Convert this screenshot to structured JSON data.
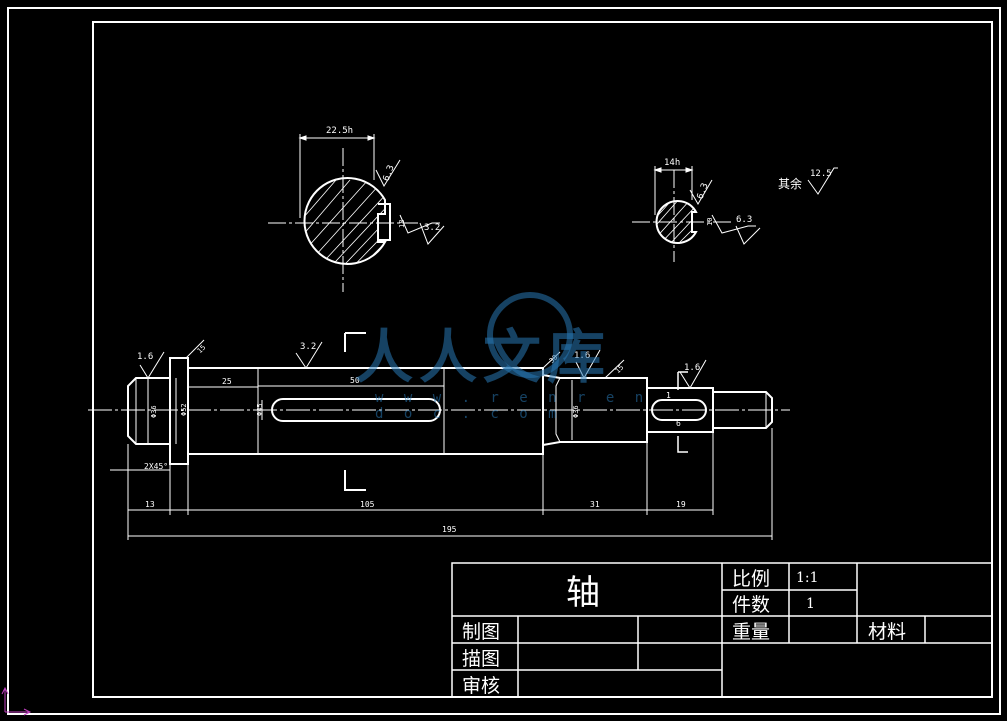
{
  "colors": {
    "background": "#000000",
    "line": "#ffffff",
    "watermark": "#2878b4",
    "ucs": "#c040c0"
  },
  "sections": {
    "left": {
      "key_width": "22.5h",
      "rough_a": "6.3",
      "rough_b": "3.2",
      "depth": "18"
    },
    "right": {
      "key_width": "14h",
      "rough_a": "6.3",
      "rough_b": "6.3",
      "depth": "10"
    },
    "others_label": "其余",
    "others_rough": "12.5"
  },
  "shaft": {
    "rough_top": "3.2",
    "rough_left": "1.6",
    "rough_mid": "1.6",
    "rough_right": "1.6",
    "dims": {
      "d_a": "15",
      "d_b": "30",
      "len_key": "50",
      "len_25": "25",
      "left_dia": "Φ36",
      "mid_dia": "Φ36",
      "main_dia": "Φ45",
      "collar_dia": "Φ52",
      "chamfer": "2X45°",
      "seg_13": "13",
      "seg_105": "105",
      "seg_31": "31",
      "seg_19": "19",
      "total": "195",
      "key_small_a": "1",
      "key_small_b": "6"
    }
  },
  "title_block": {
    "part_name": "轴",
    "scale_label": "比例",
    "scale_value": "1:1",
    "count_label": "件数",
    "count_value": "1",
    "weight_label": "重量",
    "material_label": "材料",
    "drawn_by": "制图",
    "traced_by": "描图",
    "checked_by": "审核"
  },
  "watermark": {
    "text": "人人文库",
    "url": "w w w . r e n r e n d o c . c o m"
  }
}
